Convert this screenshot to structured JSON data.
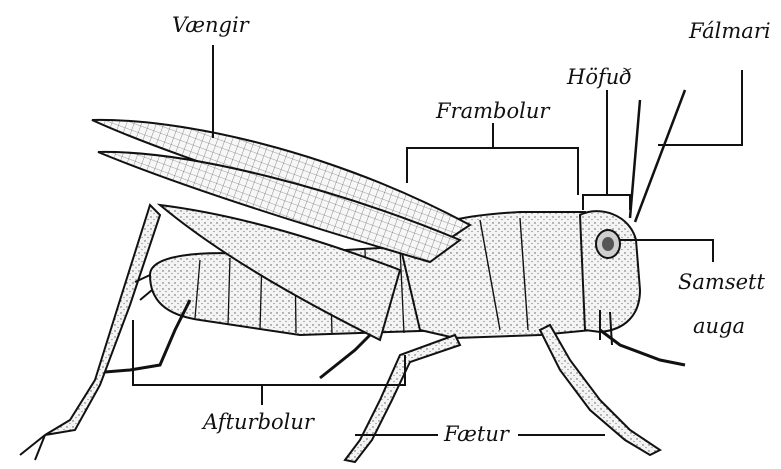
{
  "labels": {
    "wings": "Vængir",
    "head": "Höfuð",
    "antennae": "Fálmari",
    "thorax": "Frambolur",
    "compound_eye_line1": "Samsett",
    "compound_eye_line2": "auga",
    "abdomen": "Afturbolur",
    "legs": "Fætur"
  },
  "colors": {
    "ink": "#111111",
    "paper": "#ffffff",
    "shade": "#cfcfcf"
  }
}
